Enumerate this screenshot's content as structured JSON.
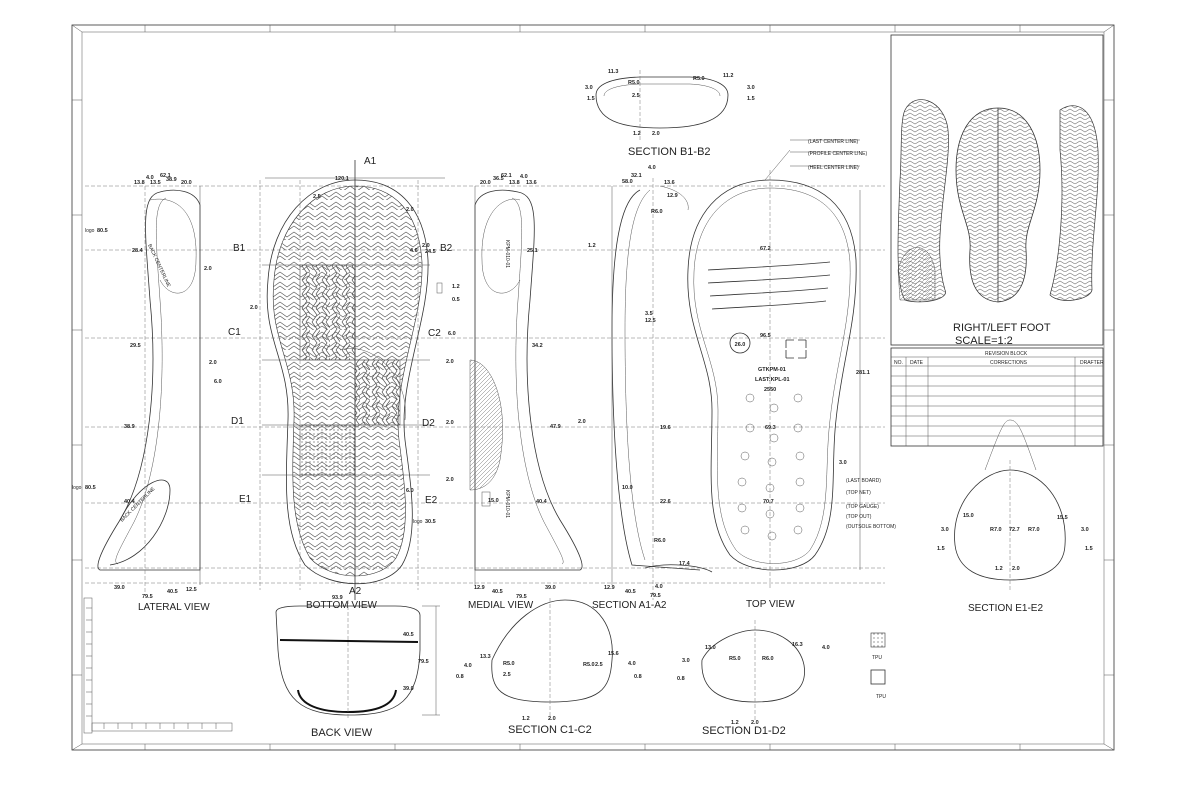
{
  "views": {
    "lateral": "LATERAL VIEW",
    "bottom": "BOTTOM VIEW",
    "medial": "MEDIAL VIEW",
    "section_a": "SECTION A1-A2",
    "top": "TOP VIEW",
    "back": "BACK VIEW",
    "section_b": "SECTION B1-B2",
    "section_c": "SECTION C1-C2",
    "section_d": "SECTION D1-D2",
    "section_e": "SECTION E1-E2",
    "photo_title": "RIGHT/LEFT FOOT",
    "photo_scale": "SCALE=1:2"
  },
  "markers": {
    "a1": "A1",
    "a2": "A2",
    "b1": "B1",
    "b2": "B2",
    "c1": "C1",
    "c2": "C2",
    "d1": "D1",
    "d2": "D2",
    "e1": "E1",
    "e2": "E2"
  },
  "revision": {
    "title": "REVISION BLOCK",
    "no": "NO.",
    "date": "DATE",
    "corrections": "CORRECTIONS",
    "drafter": "DRAFTER"
  },
  "legend": {
    "tpu1": "TPU",
    "tpu2": "TPU"
  },
  "top_view": {
    "size": "26.0",
    "code1": "GTKPM-01",
    "code2": "LAST:KPL-01",
    "code3": "2550",
    "lines": [
      "(LAST CENTER LINE)",
      "(PROFILE CENTER LINE)",
      "(HEEL CENTER LINE)"
    ],
    "callouts": [
      "(LAST BOARD)",
      "(TOP NET)",
      "(TOP GAUGE)",
      "(TOP OUT)",
      "(OUTSOLE BOTTOM)"
    ]
  },
  "dims": {
    "lateral": [
      "4.0",
      "62.1",
      "38.9",
      "13.8",
      "13.5",
      "20.0",
      "28.4",
      "29.5",
      "38.9",
      "40.4",
      "39.0",
      "79.5",
      "40.5",
      "12.5",
      "2.0",
      "6.0",
      "2.0"
    ],
    "logo1": "logo",
    "logo1_val": "80.5",
    "logo2": "logo",
    "logo2_val": "80.5",
    "logo3": "logo",
    "logo3_val": "30.5",
    "bottom": [
      "120.1",
      "2.5",
      "2.0",
      "2.0",
      "4.6",
      "2.0",
      "24.5",
      "1.2",
      "0.5",
      "93.9",
      "6.0",
      "15.0"
    ],
    "medial": [
      "20.0",
      "36.5",
      "13.8",
      "62.1",
      "4.0",
      "13.6",
      "25.1",
      "34.2",
      "47.9",
      "40.4",
      "12.9",
      "40.5",
      "79.5",
      "39.0",
      "6.0",
      "2.0",
      "2.0",
      "2.0",
      "2.0"
    ],
    "section_a": [
      "4.0",
      "32.1",
      "58.0",
      "13.6",
      "R6.0",
      "12.9",
      "1.2",
      "67.2",
      "3.5",
      "12.5",
      "96.5",
      "19.6",
      "10.0",
      "22.6",
      "R6.0",
      "17.4",
      "12.9",
      "40.5",
      "4.0",
      "79.5",
      "281.1",
      "69.3",
      "70.7",
      "3.0"
    ],
    "section_b": [
      "11.3",
      "R5.0",
      "R5.0",
      "11.2",
      "3.0",
      "3.0",
      "1.5",
      "1.5",
      "2.5",
      "1.2",
      "2.0"
    ],
    "section_c": [
      "13.3",
      "R5.0",
      "15.6",
      "R5.0",
      "4.0",
      "2.5",
      "4.0",
      "0.8",
      "2.5",
      "0.8",
      "1.2",
      "2.0"
    ],
    "section_d": [
      "13.0",
      "R5.0",
      "R6.0",
      "16.3",
      "3.0",
      "4.0",
      "0.8",
      "1.2",
      "2.0"
    ],
    "section_e": [
      "15.0",
      "R7.0",
      "72.7",
      "R7.0",
      "15.5",
      "3.0",
      "3.0",
      "1.5",
      "1.5",
      "1.2",
      "2.0"
    ],
    "back": [
      "40.5",
      "79.5",
      "39.0"
    ]
  }
}
